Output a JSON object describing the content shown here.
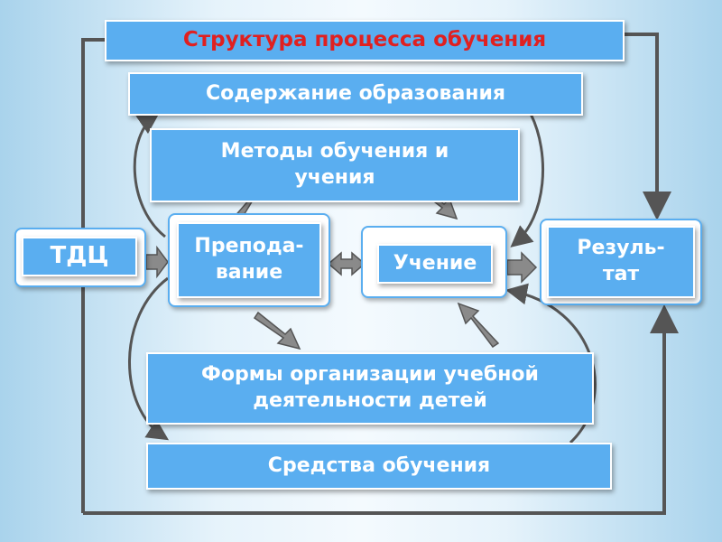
{
  "diagram": {
    "title": "Структура процесса обучения",
    "content": "Содержание образования",
    "methods_line1": "Методы обучения и",
    "methods_line2": "учения",
    "tdc": "ТДЦ",
    "teaching_line1": "Препода-",
    "teaching_line2": "вание",
    "learning": "Учение",
    "result_line1": "Резуль-",
    "result_line2": "тат",
    "forms_line1": "Формы организации учебной",
    "forms_line2": "деятельности детей",
    "means": "Средства обучения"
  },
  "colors": {
    "box_fill": "#5aaef0",
    "title_text": "#e02020",
    "connector": "#555555",
    "arrow_fill": "#8a8a8a"
  }
}
